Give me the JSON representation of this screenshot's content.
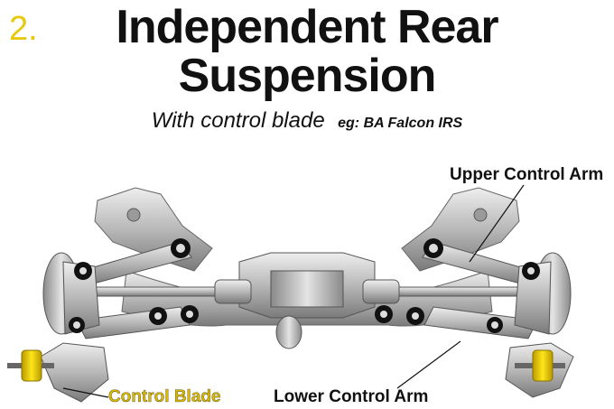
{
  "title": {
    "number": "2.",
    "line1": "Independent Rear",
    "line2": "Suspension"
  },
  "subtitle": {
    "main": "With control blade",
    "example": "eg: BA Falcon IRS"
  },
  "callouts": {
    "upper_control_arm": "Upper Control Arm",
    "lower_control_arm": "Lower Control Arm",
    "control_blade": "Control Blade"
  },
  "colors": {
    "accent_yellow": "#e7c90f",
    "metal_light": "#d6d6d6",
    "metal_mid": "#a8a8a8",
    "metal_dark": "#6d6d6d",
    "bushing": "#111111"
  }
}
